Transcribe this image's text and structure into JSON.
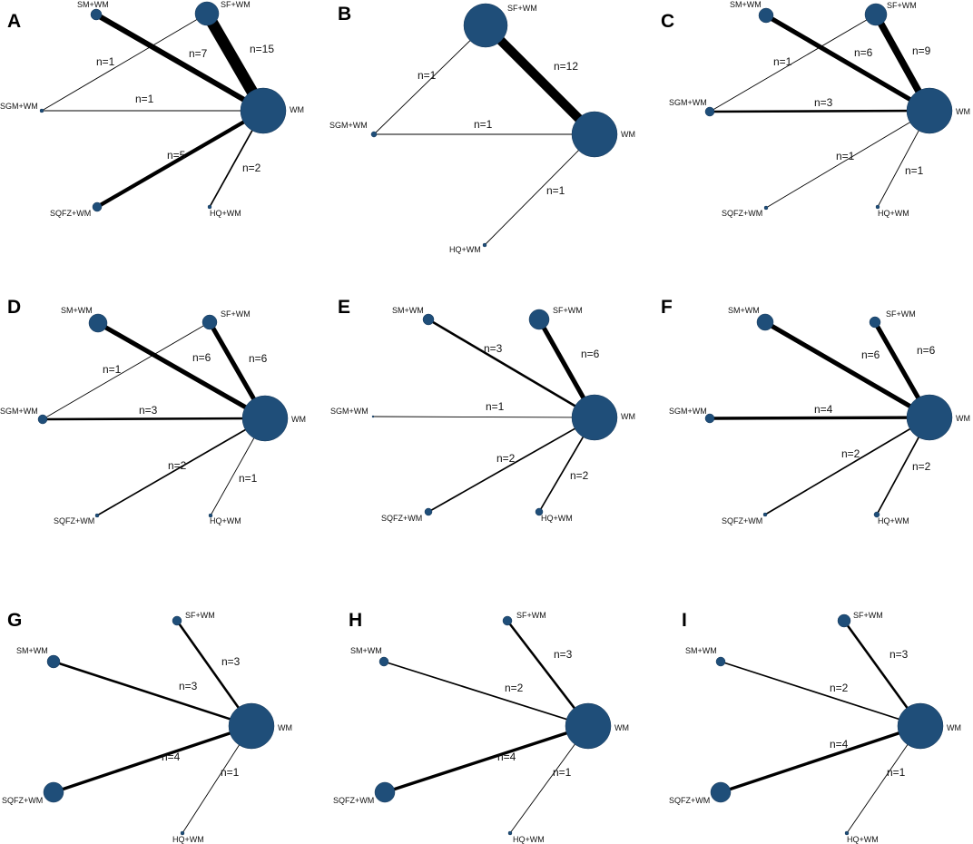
{
  "colors": {
    "node": "#1f4e79",
    "edge": "#000000"
  },
  "panels": [
    {
      "letter": "A",
      "nodes": [
        {
          "id": "SM",
          "label": "SM+WM"
        },
        {
          "id": "SF",
          "label": "SF+WM"
        },
        {
          "id": "SGM",
          "label": "SGM+WM"
        },
        {
          "id": "WM",
          "label": "WM"
        },
        {
          "id": "SQFZ",
          "label": "SQFZ+WM"
        },
        {
          "id": "HQ",
          "label": "HQ+WM"
        }
      ],
      "edges": [
        {
          "from": "SM",
          "to": "WM",
          "label": "n=7",
          "n": 7
        },
        {
          "from": "SF",
          "to": "WM",
          "label": "n=15",
          "n": 15
        },
        {
          "from": "SGM",
          "to": "SF",
          "label": "n=1",
          "n": 1
        },
        {
          "from": "SGM",
          "to": "WM",
          "label": "n=1",
          "n": 1
        },
        {
          "from": "SQFZ",
          "to": "WM",
          "label": "n=5",
          "n": 5
        },
        {
          "from": "HQ",
          "to": "WM",
          "label": "n=2",
          "n": 2
        }
      ]
    },
    {
      "letter": "B",
      "nodes": [
        {
          "id": "SF",
          "label": "SF+WM"
        },
        {
          "id": "SGM",
          "label": "SGM+WM"
        },
        {
          "id": "WM",
          "label": "WM"
        },
        {
          "id": "HQ",
          "label": "HQ+WM"
        }
      ],
      "edges": [
        {
          "from": "SGM",
          "to": "SF",
          "label": "n=1",
          "n": 1
        },
        {
          "from": "SF",
          "to": "WM",
          "label": "n=12",
          "n": 12
        },
        {
          "from": "SGM",
          "to": "WM",
          "label": "n=1",
          "n": 1
        },
        {
          "from": "HQ",
          "to": "WM",
          "label": "n=1",
          "n": 1
        }
      ]
    },
    {
      "letter": "C",
      "nodes": [
        {
          "id": "SM",
          "label": "SM+WM"
        },
        {
          "id": "SF",
          "label": "SF+WM"
        },
        {
          "id": "SGM",
          "label": "SGM+WM"
        },
        {
          "id": "WM",
          "label": "WM"
        },
        {
          "id": "SQFZ",
          "label": "SQFZ+WM"
        },
        {
          "id": "HQ",
          "label": "HQ+WM"
        }
      ],
      "edges": [
        {
          "from": "SGM",
          "to": "SF",
          "label": "n=1",
          "n": 1
        },
        {
          "from": "SM",
          "to": "WM",
          "label": "n=6",
          "n": 6
        },
        {
          "from": "SF",
          "to": "WM",
          "label": "n=9",
          "n": 9
        },
        {
          "from": "SGM",
          "to": "WM",
          "label": "n=3",
          "n": 3
        },
        {
          "from": "SQFZ",
          "to": "WM",
          "label": "n=1",
          "n": 1
        },
        {
          "from": "HQ",
          "to": "WM",
          "label": "n=1",
          "n": 1
        }
      ]
    },
    {
      "letter": "D",
      "nodes": [
        {
          "id": "SM",
          "label": "SM+WM"
        },
        {
          "id": "SF",
          "label": "SF+WM"
        },
        {
          "id": "SGM",
          "label": "SGM+WM"
        },
        {
          "id": "WM",
          "label": "WM"
        },
        {
          "id": "SQFZ",
          "label": "SQFZ+WM"
        },
        {
          "id": "HQ",
          "label": "HQ+WM"
        }
      ],
      "edges": [
        {
          "from": "SGM",
          "to": "SF",
          "label": "n=1",
          "n": 1
        },
        {
          "from": "SM",
          "to": "WM",
          "label": "n=6",
          "n": 6
        },
        {
          "from": "SF",
          "to": "WM",
          "label": "n=6",
          "n": 6
        },
        {
          "from": "SGM",
          "to": "WM",
          "label": "n=3",
          "n": 3
        },
        {
          "from": "SQFZ",
          "to": "WM",
          "label": "n=2",
          "n": 2
        },
        {
          "from": "HQ",
          "to": "WM",
          "label": "n=1",
          "n": 1
        }
      ]
    },
    {
      "letter": "E",
      "nodes": [
        {
          "id": "SM",
          "label": "SM+WM"
        },
        {
          "id": "SF",
          "label": "SF+WM"
        },
        {
          "id": "SGM",
          "label": "SGM+WM"
        },
        {
          "id": "WM",
          "label": "WM"
        },
        {
          "id": "SQFZ",
          "label": "SQFZ+WM"
        },
        {
          "id": "HQ",
          "label": "HQ+WM"
        }
      ],
      "edges": [
        {
          "from": "SM",
          "to": "WM",
          "label": "n=3",
          "n": 3
        },
        {
          "from": "SF",
          "to": "WM",
          "label": "n=6",
          "n": 6
        },
        {
          "from": "SGM",
          "to": "WM",
          "label": "n=1",
          "n": 1
        },
        {
          "from": "SQFZ",
          "to": "WM",
          "label": "n=2",
          "n": 2
        },
        {
          "from": "HQ",
          "to": "WM",
          "label": "n=2",
          "n": 2
        }
      ]
    },
    {
      "letter": "F",
      "nodes": [
        {
          "id": "SM",
          "label": "SM+WM"
        },
        {
          "id": "SF",
          "label": "SF+WM"
        },
        {
          "id": "SGM",
          "label": "SGM+WM"
        },
        {
          "id": "WM",
          "label": "WM"
        },
        {
          "id": "SQFZ",
          "label": "SQFZ+WM"
        },
        {
          "id": "HQ",
          "label": "HQ+WM"
        }
      ],
      "edges": [
        {
          "from": "SM",
          "to": "WM",
          "label": "n=6",
          "n": 6
        },
        {
          "from": "SF",
          "to": "WM",
          "label": "n=6",
          "n": 6
        },
        {
          "from": "SGM",
          "to": "WM",
          "label": "n=4",
          "n": 4
        },
        {
          "from": "SQFZ",
          "to": "WM",
          "label": "n=2",
          "n": 2
        },
        {
          "from": "HQ",
          "to": "WM",
          "label": "n=2",
          "n": 2
        }
      ]
    },
    {
      "letter": "G",
      "nodes": [
        {
          "id": "SF",
          "label": "SF+WM"
        },
        {
          "id": "SM",
          "label": "SM+WM"
        },
        {
          "id": "WM",
          "label": "WM"
        },
        {
          "id": "SQFZ",
          "label": "SQFZ+WM"
        },
        {
          "id": "HQ",
          "label": "HQ+WM"
        }
      ],
      "edges": [
        {
          "from": "SF",
          "to": "WM",
          "label": "n=3",
          "n": 3
        },
        {
          "from": "SM",
          "to": "WM",
          "label": "n=3",
          "n": 3
        },
        {
          "from": "SQFZ",
          "to": "WM",
          "label": "n=4",
          "n": 4
        },
        {
          "from": "HQ",
          "to": "WM",
          "label": "n=1",
          "n": 1
        }
      ]
    },
    {
      "letter": "H",
      "nodes": [
        {
          "id": "SF",
          "label": "SF+WM"
        },
        {
          "id": "SM",
          "label": "SM+WM"
        },
        {
          "id": "WM",
          "label": "WM"
        },
        {
          "id": "SQFZ",
          "label": "SQFZ+WM"
        },
        {
          "id": "HQ",
          "label": "HQ+WM"
        }
      ],
      "edges": [
        {
          "from": "SF",
          "to": "WM",
          "label": "n=3",
          "n": 3
        },
        {
          "from": "SM",
          "to": "WM",
          "label": "n=2",
          "n": 2
        },
        {
          "from": "SQFZ",
          "to": "WM",
          "label": "n=4",
          "n": 4
        },
        {
          "from": "HQ",
          "to": "WM",
          "label": "n=1",
          "n": 1
        }
      ]
    },
    {
      "letter": "I",
      "nodes": [
        {
          "id": "SF",
          "label": "SF+WM"
        },
        {
          "id": "SM",
          "label": "SM+WM"
        },
        {
          "id": "WM",
          "label": "WM"
        },
        {
          "id": "SQFZ",
          "label": "SQFZ+WM"
        },
        {
          "id": "HQ",
          "label": "HQ+WM"
        }
      ],
      "edges": [
        {
          "from": "SF",
          "to": "WM",
          "label": "n=3",
          "n": 3
        },
        {
          "from": "SM",
          "to": "WM",
          "label": "n=2",
          "n": 2
        },
        {
          "from": "SQFZ",
          "to": "WM",
          "label": "n=4",
          "n": 4
        },
        {
          "from": "HQ",
          "to": "WM",
          "label": "n=1",
          "n": 1
        }
      ]
    }
  ]
}
